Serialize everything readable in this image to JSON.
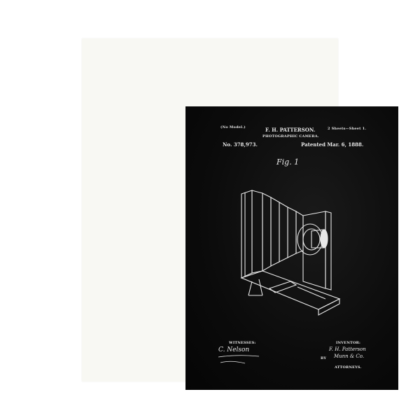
{
  "patent": {
    "model_note": "(No Model.)",
    "inventor_name": "F. H. PATTERSON.",
    "sheets": "2 Sheets—Sheet 1.",
    "title": "PHOTOGRAPHIC CAMERA.",
    "number": "No. 378,973.",
    "date": "Patented Mar. 6, 1888.",
    "figure_label": "Fig. 1",
    "witnesses_label": "WITNESSES:",
    "inventor_label": "INVENTOR:",
    "by_label": "BY",
    "attorneys_label": "ATTORNEYS.",
    "witness_signature": "C. Nelson",
    "inventor_signature": "F. H. Patterson",
    "attorney_signature": "Munn & Co."
  },
  "colors": {
    "print_background": "#0b0b0b",
    "line_art": "#e8e8e8",
    "mat": "#f8f8f3"
  }
}
